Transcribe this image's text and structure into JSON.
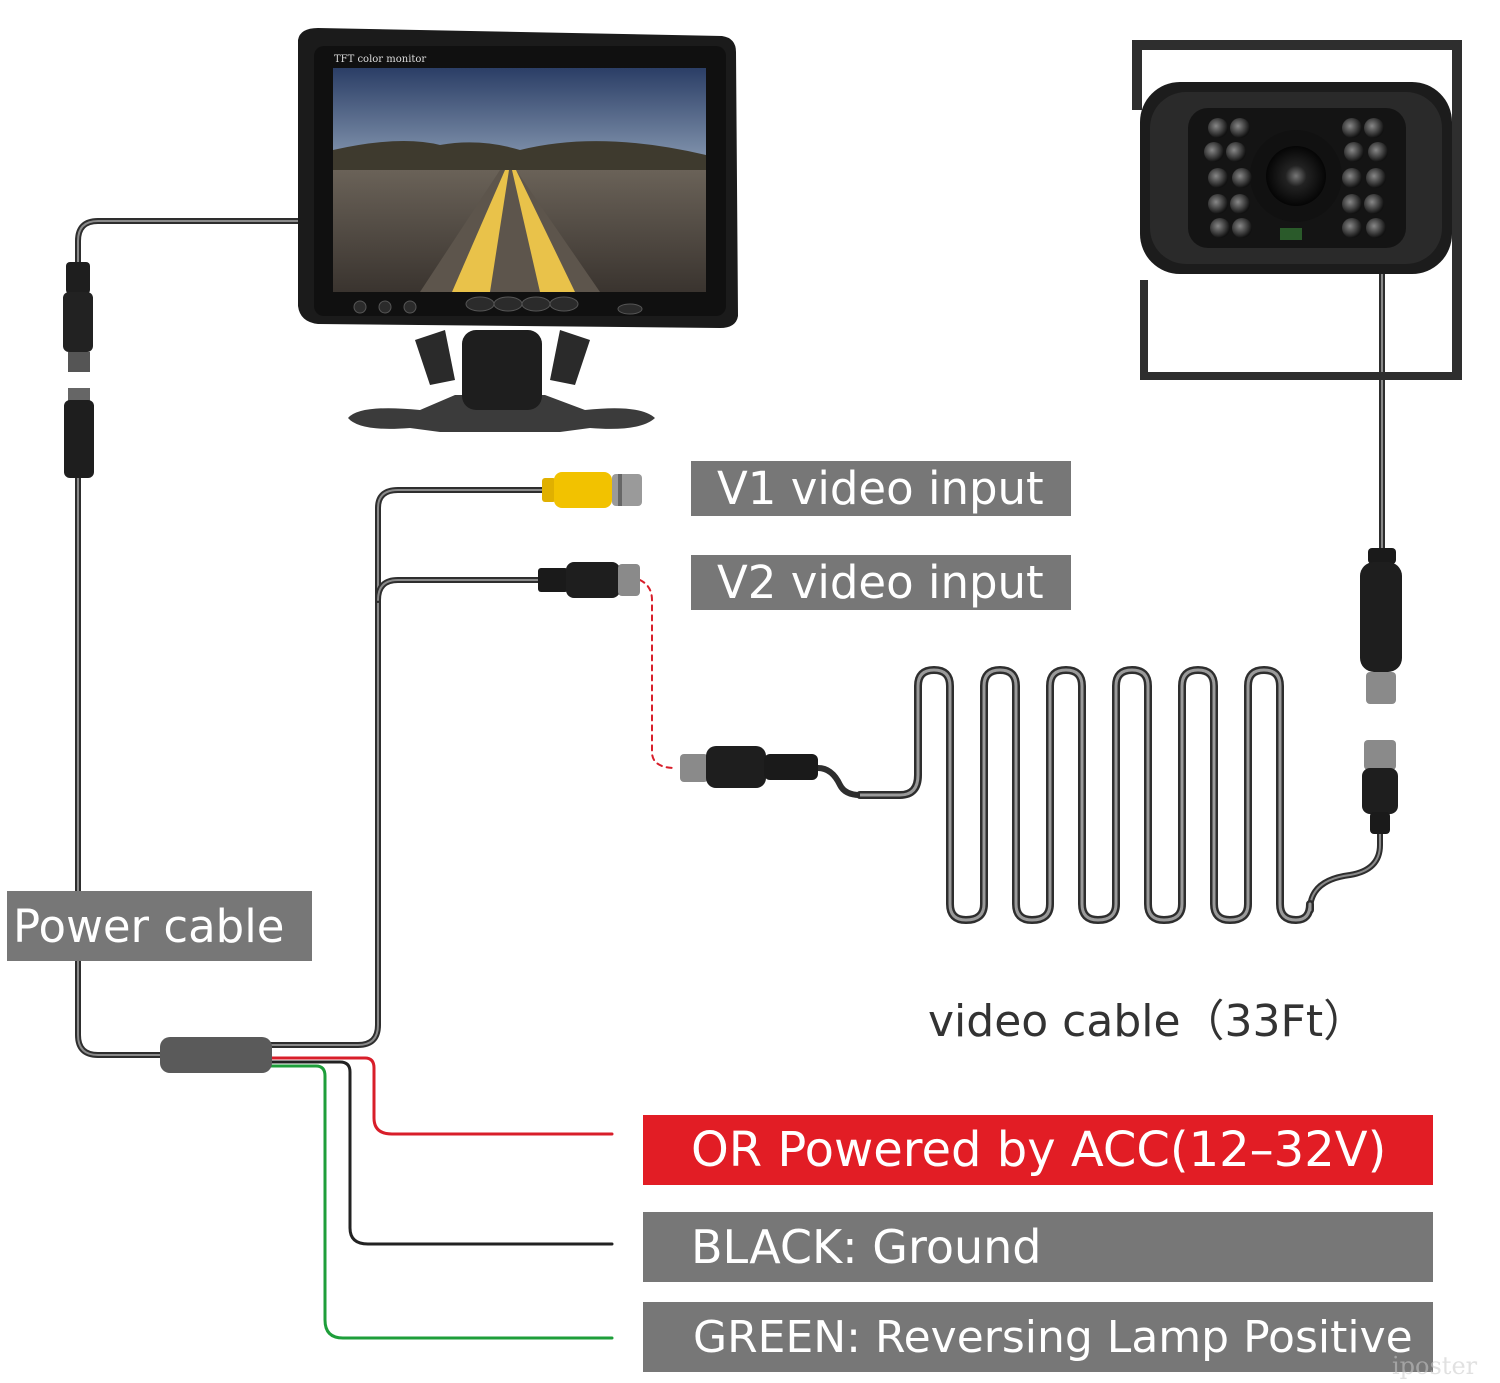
{
  "monitor": {
    "screen_label": "TFT color monitor"
  },
  "labels": {
    "v1_video_input": "V1 video input",
    "v2_video_input": "V2 video input",
    "power_cable": "Power cable",
    "video_cable": "video cable（33Ft）",
    "acc": "OR Powered by ACC(12–32V)",
    "black_ground": "BLACK: Ground",
    "green_reversing": "GREEN: Reversing Lamp Positive"
  },
  "watermark": "iposter",
  "colors": {
    "label_gray": "#777777",
    "acc_red": "#e21d25",
    "wire_red": "#d81e2a",
    "wire_green": "#1e9e3a",
    "wire_black": "#222222",
    "rca_yellow": "#f2c200"
  },
  "icons": [
    "monitor-icon",
    "camera-icon",
    "rca-connector-icon",
    "aviation-connector-icon",
    "power-connector-icon",
    "junction-box-icon"
  ]
}
